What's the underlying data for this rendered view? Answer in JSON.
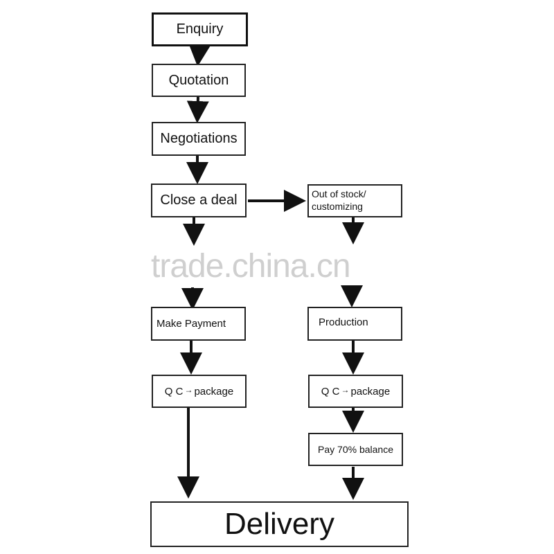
{
  "flow": {
    "enquiry": "Enquiry",
    "quotation": "Quotation",
    "negotiations": "Negotiations",
    "close_deal": "Close a deal",
    "out_of_stock": "Out of stock/ customizing",
    "make_payment": "Make Payment",
    "production": "Production",
    "qc_left": {
      "prefix": "Q C",
      "arrow": "→",
      "suffix": "package"
    },
    "qc_right": {
      "prefix": "Q C",
      "arrow": "→",
      "suffix": "package"
    },
    "pay_balance": "Pay 70% balance",
    "delivery": "Delivery"
  },
  "watermark": "trade.china.cn",
  "colors": {
    "line": "#111111",
    "watermark": "#cfcfcf"
  }
}
